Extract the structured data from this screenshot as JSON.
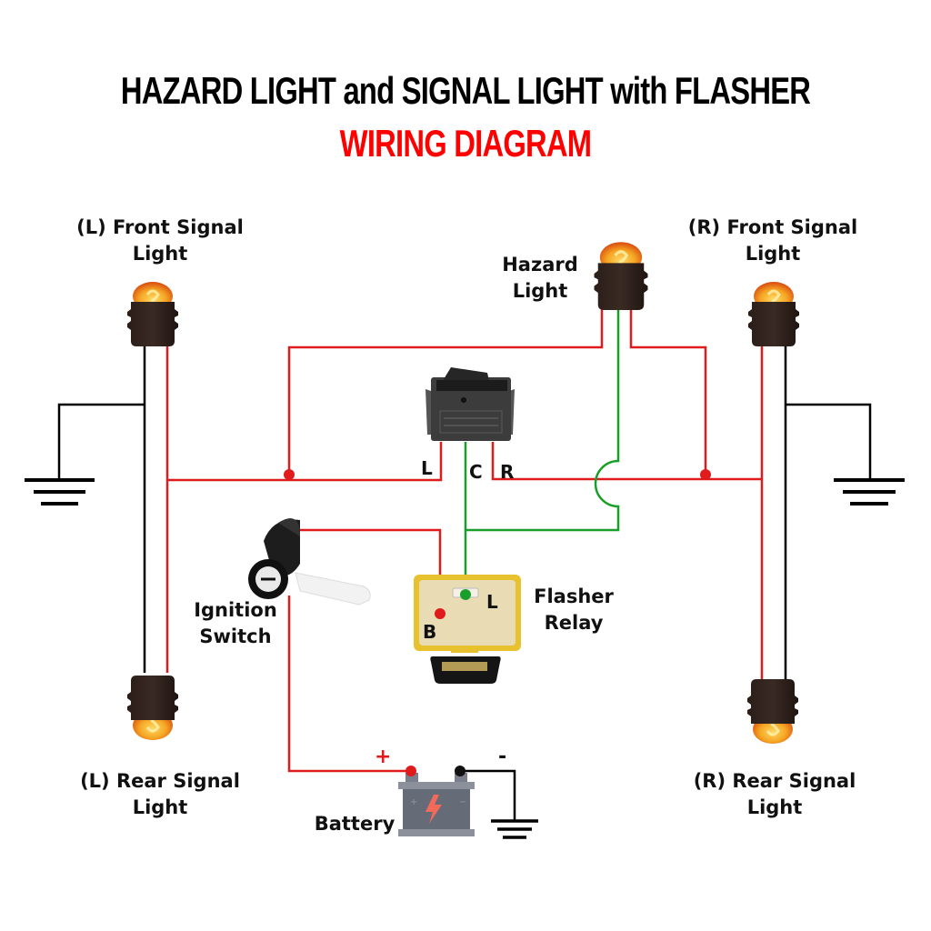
{
  "title": {
    "line1": "HAZARD LIGHT and SIGNAL LIGHT with FLASHER",
    "line2": "WIRING DIAGRAM",
    "line1_color": "#000000",
    "line2_color": "#ff0000"
  },
  "components": {
    "left_front": {
      "label_line1": "(L) Front Signal",
      "label_line2": "Light"
    },
    "right_front": {
      "label_line1": "(R) Front Signal",
      "label_line2": "Light"
    },
    "left_rear": {
      "label_line1": "(L) Rear Signal",
      "label_line2": "Light"
    },
    "right_rear": {
      "label_line1": "(R) Rear Signal",
      "label_line2": "Light"
    },
    "hazard_light": {
      "label_line1": "Hazard",
      "label_line2": "Light"
    },
    "ignition_switch": {
      "label_line1": "Ignition",
      "label_line2": "Switch"
    },
    "flasher_relay": {
      "label_line1": "Flasher",
      "label_line2": "Relay",
      "pin_b": "B",
      "pin_l": "L"
    },
    "hazard_switch": {
      "pin_l": "L",
      "pin_c": "C",
      "pin_r": "R"
    },
    "battery": {
      "label": "Battery",
      "positive": "+",
      "negative": "-"
    }
  },
  "wire_colors": {
    "positive": "#e01b1b",
    "signal": "#1a9e2a",
    "ground": "#000000"
  }
}
